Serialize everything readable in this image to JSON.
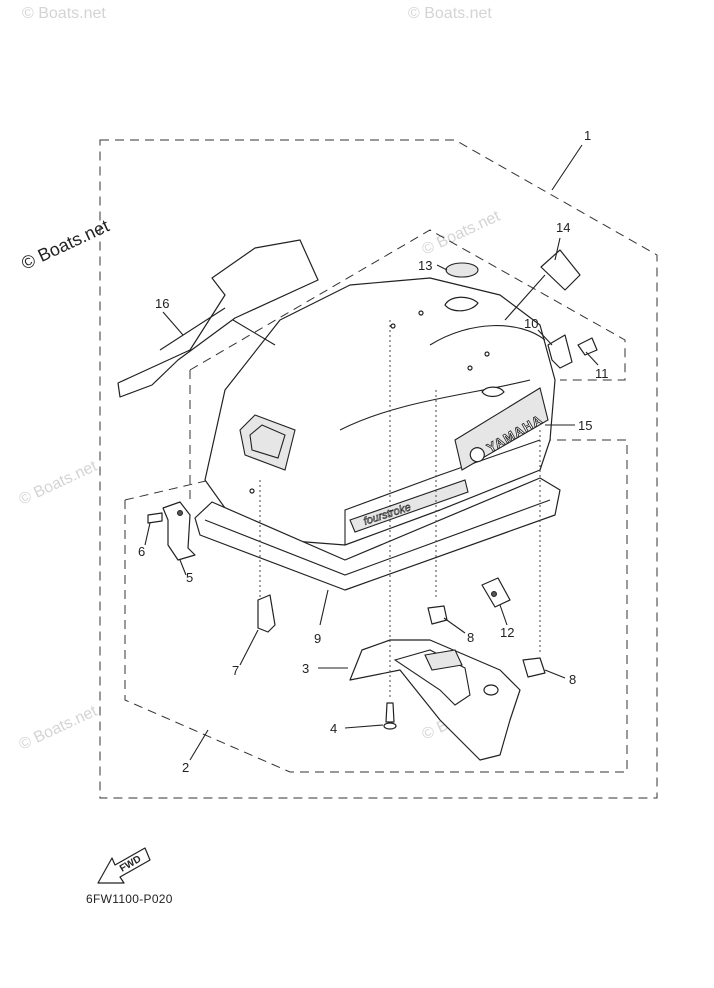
{
  "watermark": {
    "main": "© Boats.net",
    "faint": "© Boats.net"
  },
  "labels": {
    "p1": "1",
    "p2": "2",
    "p3": "3",
    "p4": "4",
    "p5": "5",
    "p6": "6",
    "p7": "7",
    "p8a": "8",
    "p8b": "8",
    "p9": "9",
    "p10": "10",
    "p11": "11",
    "p12": "12",
    "p13": "13",
    "p14": "14",
    "p15": "15",
    "p16": "16"
  },
  "decal": {
    "brand": "YAMAHA",
    "model": "fourstroke"
  },
  "fwd_arrow": "FWD",
  "diagram_code": "6FW1100-P020"
}
